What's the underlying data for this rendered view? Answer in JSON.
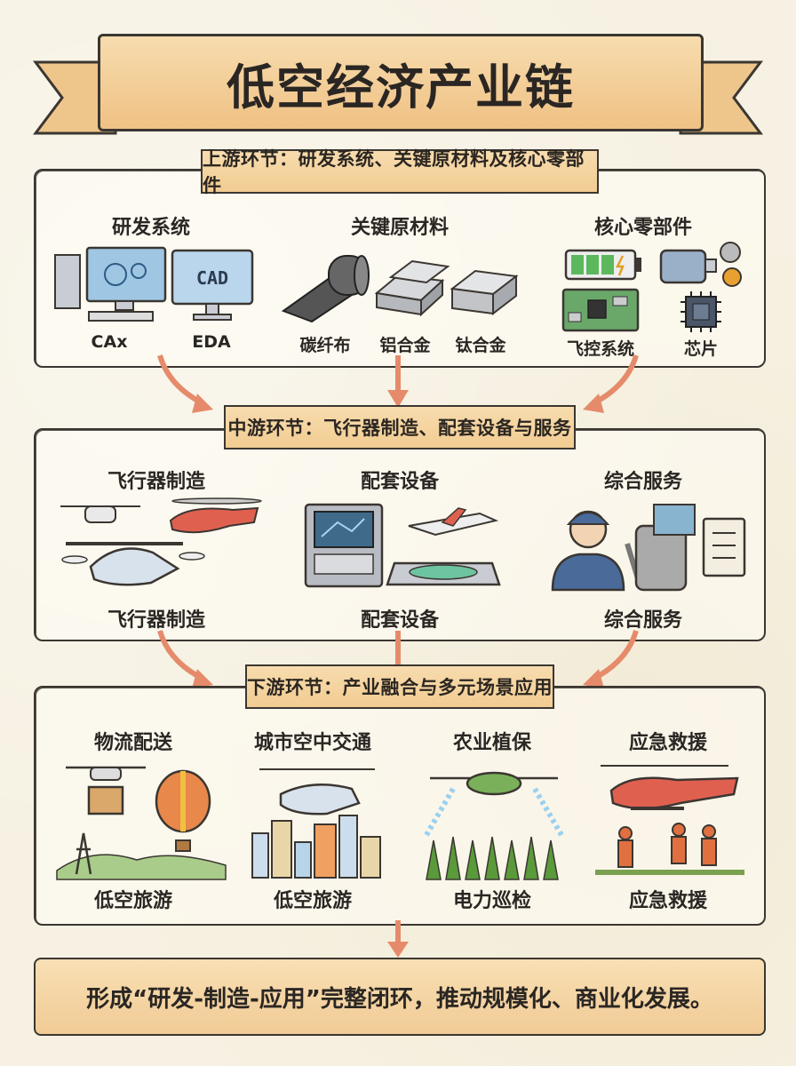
{
  "title": "低空经济产业链",
  "upstream": {
    "heading": "上游环节：研发系统、关键原材料及核心零部件",
    "groups": [
      "研发系统",
      "关键原材料",
      "核心零部件"
    ],
    "items": [
      "CAx",
      "EDA",
      "碳纤布",
      "铝合金",
      "钛合金",
      "飞控系统",
      "芯片"
    ],
    "icon_text": "CAD"
  },
  "midstream": {
    "heading": "中游环节：飞行器制造、配套设备与服务",
    "groups": [
      "飞行器制造",
      "配套设备",
      "综合服务"
    ],
    "items": [
      "飞行器制造",
      "配套设备",
      "综合服务"
    ]
  },
  "downstream": {
    "heading": "下游环节：产业融合与多元场景应用",
    "groups": [
      "物流配送",
      "城市空中交通",
      "农业植保",
      "应急救援"
    ],
    "items": [
      "低空旅游",
      "低空旅游",
      "电力巡检",
      "应急救援"
    ]
  },
  "conclusion": "形成“研发-制造-应用”完整闭环，推动规模化、商业化发展。",
  "colors": {
    "ribbon": "#f2cc92",
    "ink": "#3b3631",
    "arrow": "#e58b6b",
    "paper": "#f6f1e2"
  }
}
